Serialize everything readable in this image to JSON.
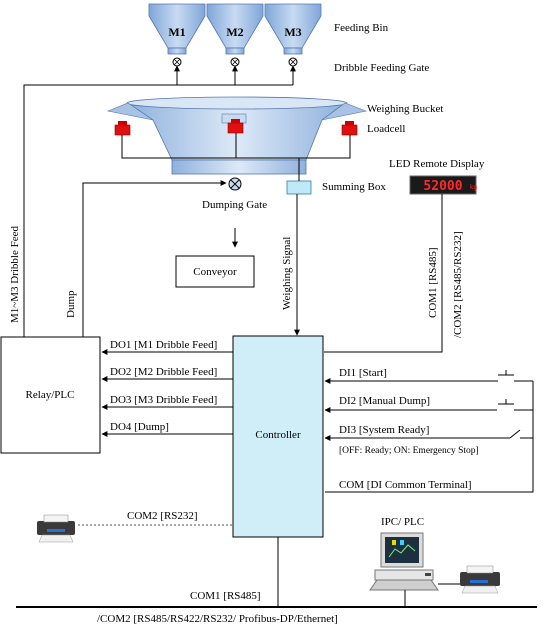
{
  "bins": [
    "M1",
    "M2",
    "M3"
  ],
  "labels": {
    "feeding_bin": "Feeding Bin",
    "dribble_gate": "Dribble Feeding Gate",
    "weighing_bucket": "Weighing Bucket",
    "loadcell": "Loadcell",
    "led_display": "LED Remote Display",
    "led_value": "52000",
    "led_unit": "kg",
    "summing_box": "Summing Box",
    "dumping_gate": "Dumping Gate",
    "conveyor": "Conveyor",
    "weighing_signal": "Weighing Signal",
    "com1_rs485_v": "COM1 [RS485]",
    "com2_rs485_232_v": "/COM2 [RS485/RS232]",
    "m_dribble_feed": "M1~M3 Dribble Feed",
    "dump": "Dump",
    "relay_plc": "Relay/PLC",
    "controller": "Controller",
    "ipc_plc": "IPC/ PLC",
    "com2_rs232": "COM2 [RS232]",
    "com1_rs485": "COM1 [RS485]",
    "bus_label": "/COM2 [RS485/RS422/RS232/ Profibus-DP/Ethernet]",
    "di_note": "[OFF: Ready; ON: Emergency Stop]",
    "di_common": "COM [DI Common Terminal]"
  },
  "outputs": [
    "DO1 [M1 Dribble Feed]",
    "DO2 [M2 Dribble Feed]",
    "DO3 [M3 Dribble Feed]",
    "DO4 [Dump]"
  ],
  "inputs": [
    "DI1 [Start]",
    "DI2 [Manual Dump]",
    "DI3 [System Ready]"
  ],
  "colors": {
    "bin_fill": "#a9c4e8",
    "bucket_fill": "#bcd2ee",
    "loadcell": "#e01010",
    "controller_fill": "#cfeef8",
    "summing_box_fill": "#bfe9f8",
    "led_bg": "#1a1a1a",
    "led_digits": "#ff2a2a"
  }
}
